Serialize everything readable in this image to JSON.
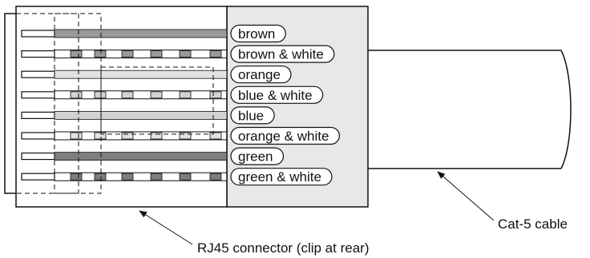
{
  "diagram": {
    "wires": [
      {
        "label": "brown",
        "pattern": "solid",
        "color": "#9a9a9a"
      },
      {
        "label": "brown & white",
        "pattern": "striped",
        "color": "#9a9a9a"
      },
      {
        "label": "orange",
        "pattern": "solid",
        "color": "#e2e2e2"
      },
      {
        "label": "blue & white",
        "pattern": "striped",
        "color": "#d2d2d2"
      },
      {
        "label": "blue",
        "pattern": "solid",
        "color": "#d2d2d2"
      },
      {
        "label": "orange & white",
        "pattern": "striped",
        "color": "#e2e2e2"
      },
      {
        "label": "green",
        "pattern": "solid",
        "color": "#7e7e7e"
      },
      {
        "label": "green & white",
        "pattern": "striped",
        "color": "#7e7e7e"
      }
    ],
    "annotations": {
      "cable": "Cat-5 cable",
      "connector": "RJ45 connector (clip at rear)"
    },
    "colors": {
      "stroke": "#111111",
      "jacket_fill": "#e8e8e8",
      "background": "#ffffff"
    }
  }
}
